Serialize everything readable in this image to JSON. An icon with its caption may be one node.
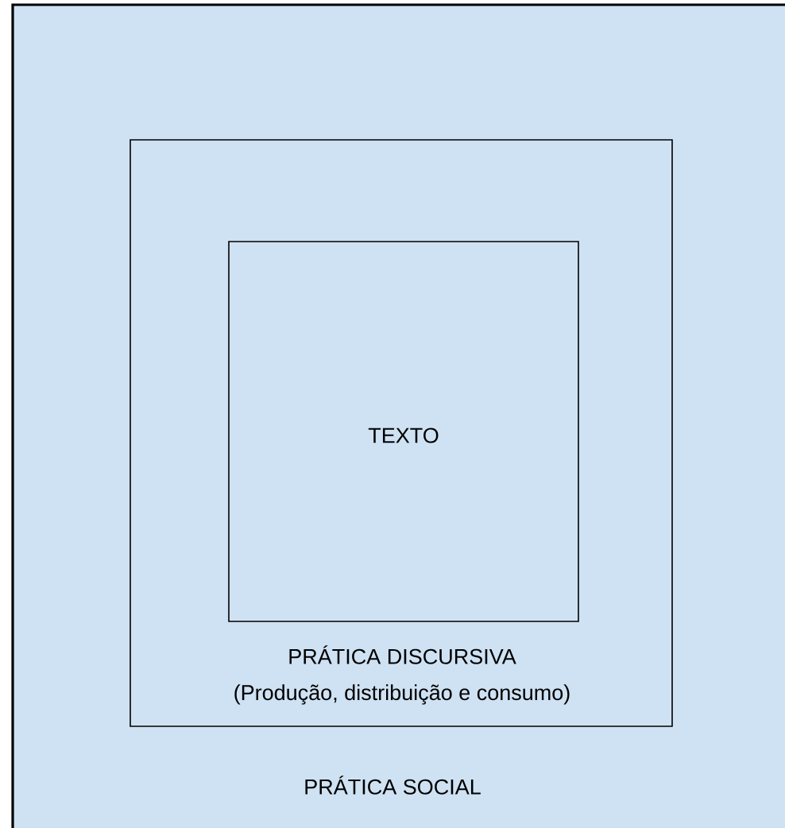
{
  "diagram": {
    "nodes": [
      {
        "text": [
          "PRÁTICA SOCIAL"
        ]
      },
      {
        "text": [
          "PRÁTICA DISCURSIVA",
          "(Produção, distribuição e consumo)"
        ],
        "in": 0
      },
      {
        "text": [
          "TEXTO"
        ],
        "in": 1
      }
    ]
  }
}
